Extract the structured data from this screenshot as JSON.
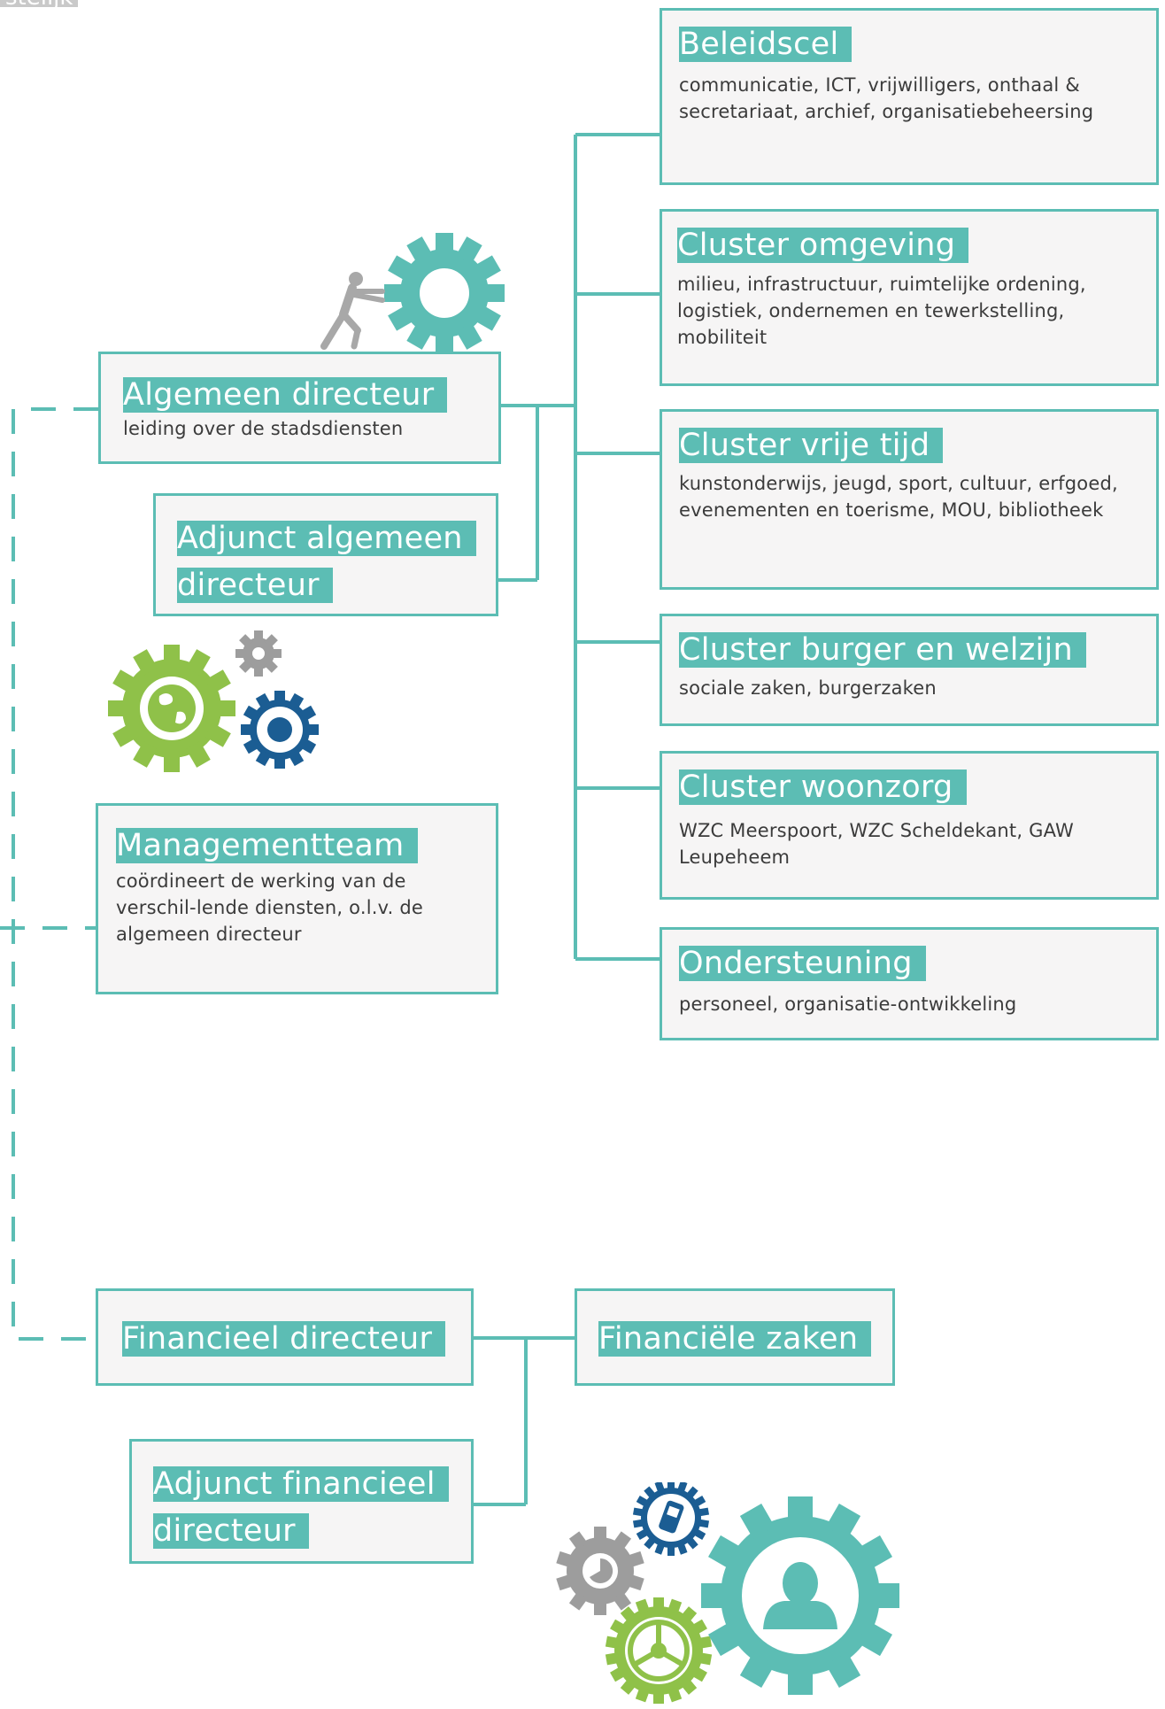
{
  "corner_tag": "stelijk",
  "leadership": {
    "general_director": {
      "title": "Algemeen directeur",
      "desc": "leiding over de stadsdiensten"
    },
    "deputy_general_director": {
      "title": "Adjunct algemeen directeur"
    },
    "management_team": {
      "title": "Managementteam",
      "desc": "coördineert de werking van de verschil-lende diensten, o.l.v. de algemeen directeur"
    },
    "financial_director": {
      "title": "Financieel directeur"
    },
    "deputy_financial_director": {
      "title": "Adjunct financieel directeur"
    },
    "financial_affairs": {
      "title": "Financiële zaken"
    }
  },
  "clusters": [
    {
      "title": "Beleidscel",
      "desc": "communicatie, ICT, vrijwilligers, onthaal & secretariaat, archief, organisatiebeheersing"
    },
    {
      "title": "Cluster omgeving",
      "desc": "milieu, infrastructuur, ruimtelijke ordening, logistiek, ondernemen en tewerkstelling, mobiliteit"
    },
    {
      "title": "Cluster vrije tijd",
      "desc": "kunstonderwijs, jeugd, sport, cultuur, erfgoed, evenementen en toerisme, MOU, bibliotheek"
    },
    {
      "title": "Cluster burger en welzijn",
      "desc": "sociale zaken, burgerzaken"
    },
    {
      "title": "Cluster woonzorg",
      "desc": "WZC Meerspoort, WZC Scheldekant, GAW Leupeheem"
    },
    {
      "title": "Ondersteuning",
      "desc": "personeel, organisatie-ontwikkeling"
    }
  ],
  "colors": {
    "teal": "#5cbdb4",
    "box_bg": "#f6f5f5",
    "text": "#3b3b3b",
    "green": "#8fc149",
    "navy": "#1b5d93",
    "grey": "#9d9d9d"
  },
  "icons": [
    "gear-pushing-figure-icon",
    "globe-gear-icon",
    "small-grey-gear-icon",
    "blue-gear-icon",
    "phone-gear-icon",
    "chart-gear-icon",
    "person-gear-icon",
    "wheel-gear-icon"
  ]
}
